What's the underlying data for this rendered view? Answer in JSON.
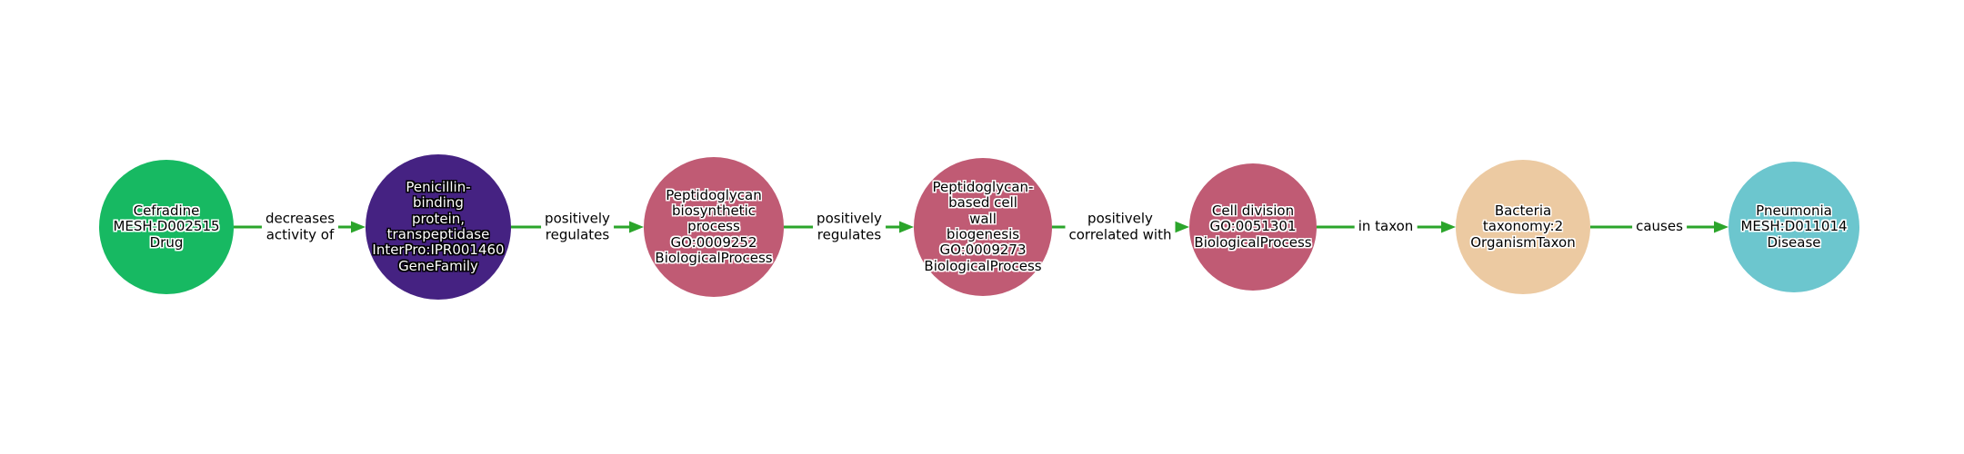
{
  "canvas": {
    "background": "#ffffff"
  },
  "edge_style": {
    "color": "#2ba52b",
    "label_color": "#000000",
    "label_background": "#ffffff"
  },
  "nodes": [
    {
      "label": "Cefradine\nMESH:D002515\nDrug",
      "color": "#17b962",
      "text_color": "#000000",
      "category": "Drug"
    },
    {
      "label": "Penicillin-\nbinding\nprotein,\ntranspeptidase\nInterPro:IPR001460\nGeneFamily",
      "color": "#452282",
      "text_color": "#ffffff",
      "category": "GeneFamily"
    },
    {
      "label": "Peptidoglycan\nbiosynthetic\nprocess\nGO:0009252\nBiologicalProcess",
      "color": "#c05b74",
      "text_color": "#000000",
      "category": "BiologicalProcess"
    },
    {
      "label": "Peptidoglycan-\nbased cell\nwall\nbiogenesis\nGO:0009273\nBiologicalProcess",
      "color": "#c05b74",
      "text_color": "#000000",
      "category": "BiologicalProcess"
    },
    {
      "label": "Cell division\nGO:0051301\nBiologicalProcess",
      "color": "#c05b74",
      "text_color": "#000000",
      "category": "BiologicalProcess"
    },
    {
      "label": "Bacteria\ntaxonomy:2\nOrganismTaxon",
      "color": "#eccaa2",
      "text_color": "#000000",
      "category": "OrganismTaxon"
    },
    {
      "label": "Pneumonia\nMESH:D011014\nDisease",
      "color": "#6cc6ce",
      "text_color": "#000000",
      "category": "Disease"
    }
  ],
  "edges": [
    {
      "label": "decreases\nactivity of"
    },
    {
      "label": "positively\nregulates"
    },
    {
      "label": "positively\nregulates"
    },
    {
      "label": "positively\ncorrelated with"
    },
    {
      "label": "in taxon"
    },
    {
      "label": "causes"
    }
  ]
}
